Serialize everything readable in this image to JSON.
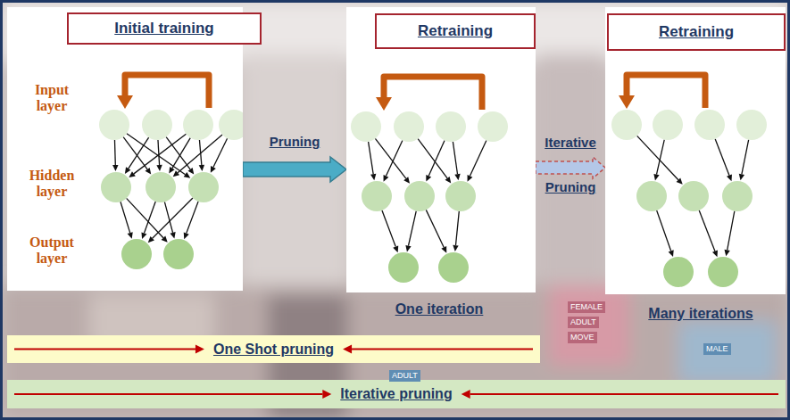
{
  "diagram": {
    "nodes": [
      {
        "text": [
          "Initial training",
          "Input layer",
          "Hidden layer",
          "Output layer"
        ]
      },
      {
        "text": [
          "Retraining"
        ]
      },
      {
        "text": [
          "Retraining"
        ]
      },
      {
        "text": [
          "One Shot pruning"
        ]
      },
      {
        "text": [
          "Iterative pruning"
        ]
      }
    ],
    "edges": [
      {
        "from": 0,
        "to": 1,
        "arrow": "to",
        "label": "Pruning"
      },
      {
        "from": 1,
        "to": 2,
        "arrow": "to",
        "label": "Iterative Pruning"
      }
    ],
    "labels": [
      "One iteration",
      "Many iterations",
      "FEMALE",
      "ADULT",
      "MOVE",
      "MALE",
      "ADULT"
    ]
  }
}
